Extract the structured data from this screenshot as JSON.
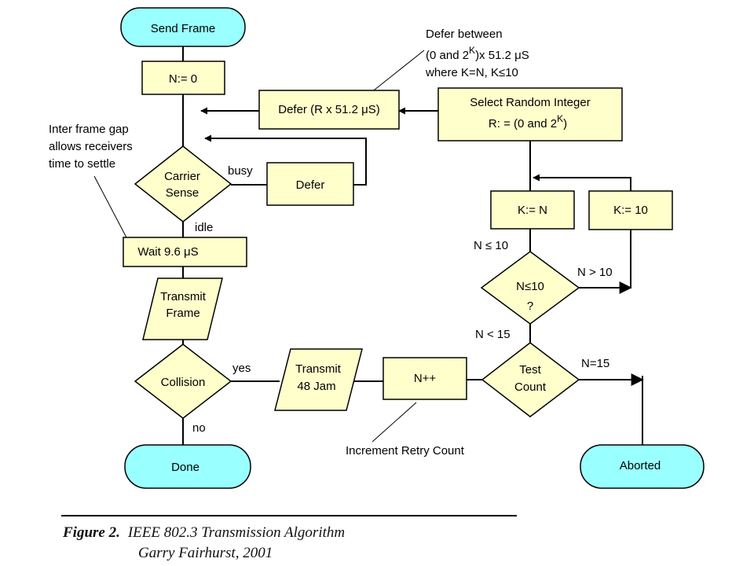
{
  "nodes": {
    "send_frame": "Send Frame",
    "n_init": "N:= 0",
    "defer_r": "Defer (R x 51.2 μS)",
    "select_random_l1": "Select Random Integer",
    "select_random_l2": "R: = (0 and 2",
    "select_random_sup": "K",
    "select_random_end": ")",
    "carrier_l1": "Carrier",
    "carrier_l2": "Sense",
    "defer": "Defer",
    "k_eq_n": "K:= N",
    "k_eq_10": "K:= 10",
    "wait": "Wait 9.6 μS",
    "transmit_l1": "Transmit",
    "transmit_l2": "Frame",
    "n_le_10_l1": "N≤10",
    "n_le_10_l2": "?",
    "collision": "Collision",
    "jam_l1": "Transmit",
    "jam_l2": "48 Jam",
    "n_inc": "N++",
    "test_l1": "Test",
    "test_l2": "Count",
    "done": "Done",
    "aborted": "Aborted"
  },
  "edge_labels": {
    "busy": "busy",
    "idle": "idle",
    "yes": "yes",
    "no": "no",
    "n_le_10": "N ≤ 10",
    "n_gt_10": "N > 10",
    "n_lt_15": "N < 15",
    "n_eq_15": "N=15"
  },
  "annotations": {
    "defer_note_l1": "Defer between",
    "defer_note_l2": "(0 and 2",
    "defer_note_sup": "K",
    "defer_note_l2b": ")x 51.2 μS",
    "defer_note_l3": "where K=N, K≤10",
    "gap_note_l1": "Inter frame gap",
    "gap_note_l2": "allows receivers",
    "gap_note_l3": "time to settle",
    "retry_note": "Increment Retry Count"
  },
  "caption": {
    "figure": "Figure 2.",
    "title": "IEEE 802.3 Transmission Algorithm",
    "author": "Garry Fairhurst, 2001"
  },
  "colors": {
    "box_fill": "#ffffcc",
    "terminal_fill": "#99ffff",
    "line": "#000000"
  }
}
